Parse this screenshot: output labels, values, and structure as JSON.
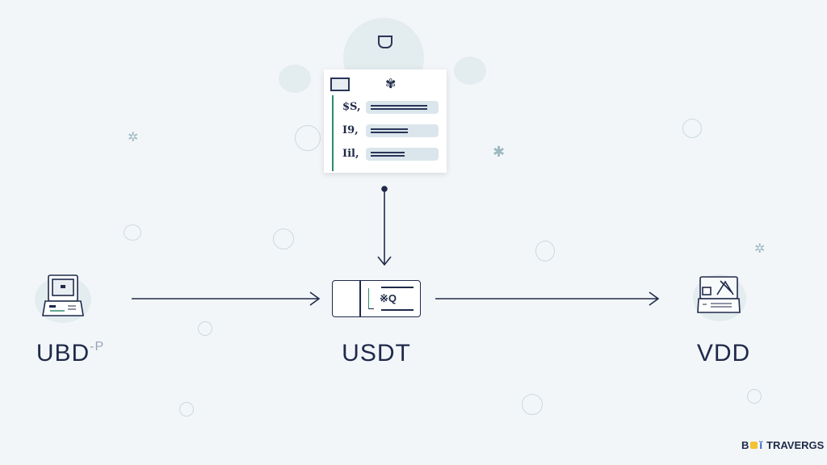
{
  "card": {
    "rows": [
      {
        "label": "$S,"
      },
      {
        "label": "I9,"
      },
      {
        "label": "Iil,"
      }
    ]
  },
  "nodes": {
    "left": {
      "label": "UBD",
      "suffix": "-P"
    },
    "center": {
      "label": "USDT",
      "box_text": "※Q"
    },
    "right": {
      "label": "VDD"
    }
  },
  "logo": {
    "text": "TRAVERGS",
    "prefix": "B"
  },
  "colors": {
    "ink": "#1f2a4a",
    "accent": "#2e8b6e",
    "background": "#f3f6f9"
  }
}
